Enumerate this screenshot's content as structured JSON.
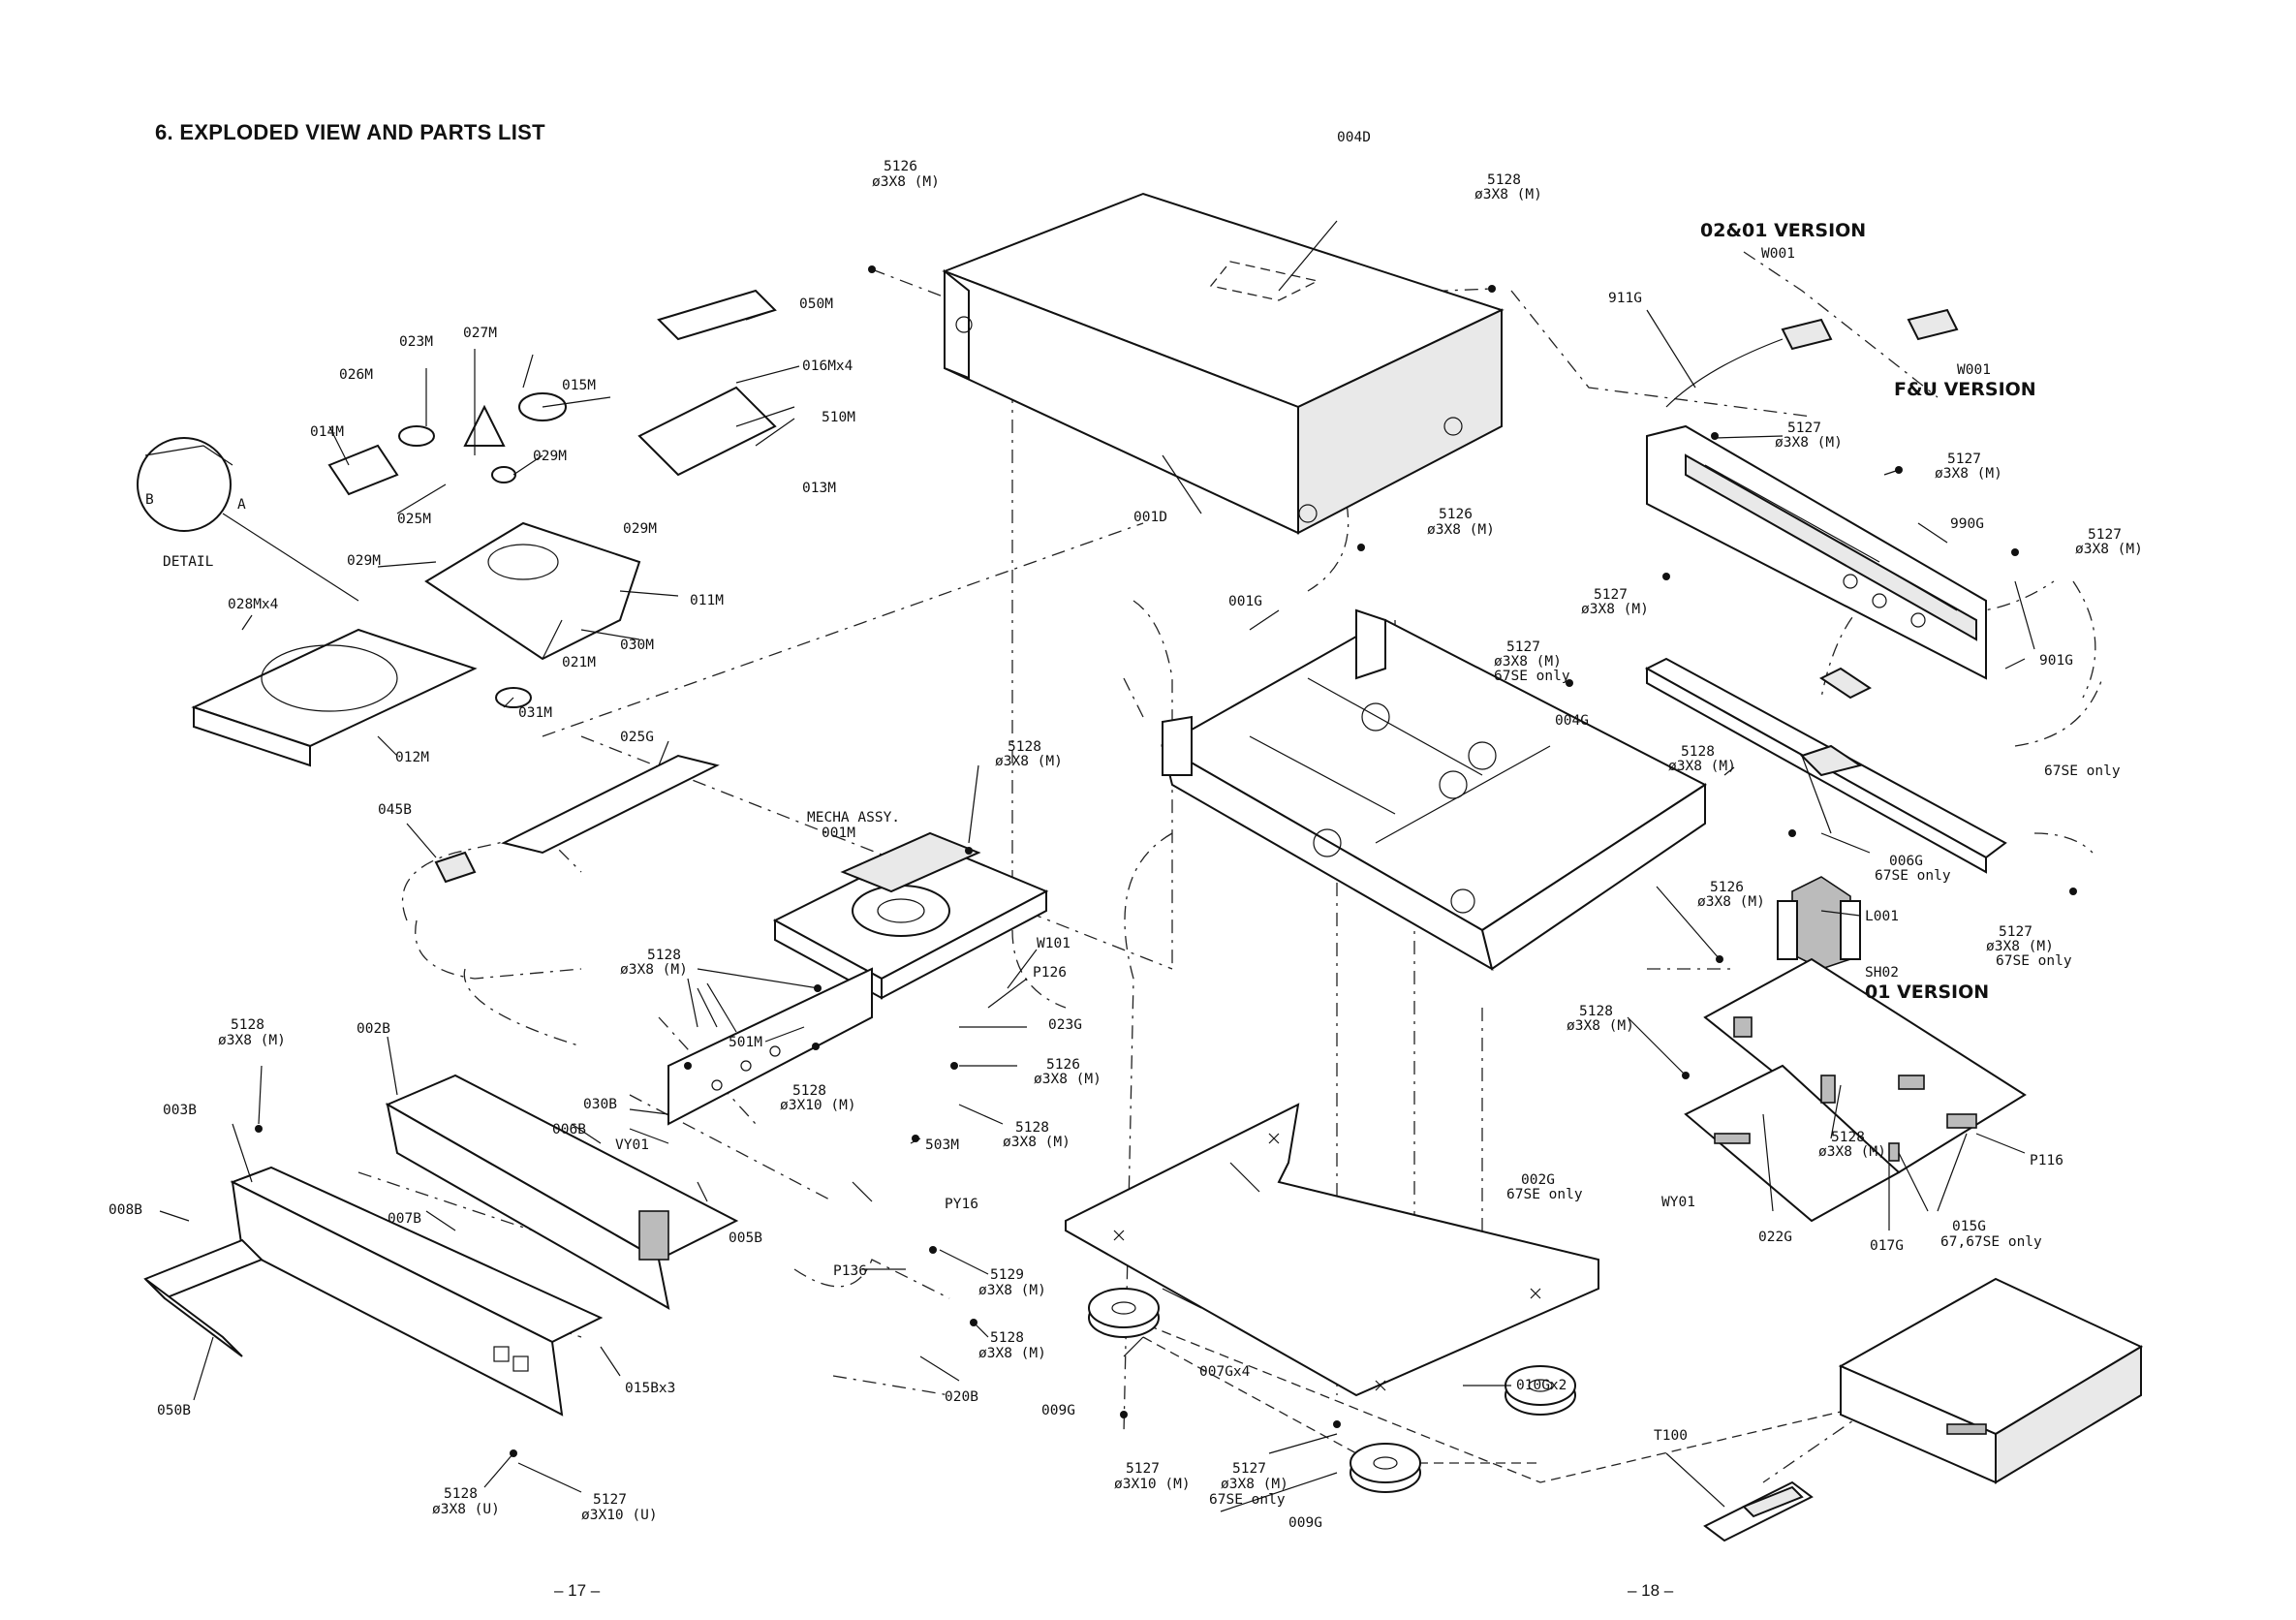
{
  "header": {
    "title": "6. EXPLODED VIEW AND PARTS LIST"
  },
  "pages": {
    "left": "– 17 –",
    "right": "– 18 –"
  },
  "versions": {
    "v1": "02&01 VERSION",
    "v2": "F&U VERSION",
    "v3": "01 VERSION"
  },
  "labels": {
    "p004D": "004D",
    "p001D": "001D",
    "s5126_top": [
      "5126",
      "ø3X8 (M)"
    ],
    "s5128_top": [
      "5128",
      "ø3X8 (M)"
    ],
    "s5126_mid": [
      "5126",
      "ø3X8 (M)"
    ],
    "p050M": "050M",
    "p016M": "016Mx4",
    "p510M": "510M",
    "p013M": "013M",
    "p015M": "015M",
    "p027M": "027M",
    "p023M": "023M",
    "p026M": "026M",
    "p014M": "014M",
    "p029M_a": "029M",
    "p029M_b": "029M",
    "p029M_c": "029M",
    "p025M": "025M",
    "p011M": "011M",
    "p030M": "030M",
    "p021M": "021M",
    "p031M": "031M",
    "p012M": "012M",
    "p028M": "028Mx4",
    "detail": "DETAIL",
    "markB": "B",
    "markA": "A",
    "p025G": "025G",
    "p045B": "045B",
    "mecha": [
      "MECHA ASSY.",
      "001M"
    ],
    "s5128_mecha": [
      "5128",
      "ø3X8 (M)"
    ],
    "p001G": "001G",
    "p911G": "911G",
    "pW001_a": "W001",
    "pW001_b": "W001",
    "s5127_a": [
      "5127",
      "ø3X8 (M)"
    ],
    "s5127_b": [
      "5127",
      "ø3X8 (M)"
    ],
    "p990G": "990G",
    "s5127_c": [
      "5127",
      "ø3X8 (M)"
    ],
    "s5127_d": [
      "5127",
      "ø3X8 (M)"
    ],
    "s5127_e": [
      "5127",
      "ø3X8 (M)",
      "67SE only"
    ],
    "p901G": "901G",
    "p004G": "004G",
    "se_only": "67SE only",
    "s5128_e": [
      "5128",
      "ø3X8 (M)"
    ],
    "p006G": [
      "006G",
      "67SE only"
    ],
    "s5126_e": [
      "5126",
      "ø3X8 (M)"
    ],
    "pL001": "L001",
    "s5127_f": [
      "5127",
      "ø3X8 (M)",
      "67SE only"
    ],
    "pSH02": "SH02",
    "s5128_f": [
      "5128",
      "ø3X8 (M)"
    ],
    "pWY01": "WY01",
    "p022G": "022G",
    "s5128_g": [
      "5128",
      "ø3X8 (M)"
    ],
    "p017G": "017G",
    "p015G": [
      "015G",
      "67,67SE only"
    ],
    "pP116": "P116",
    "s5128_h": [
      "5128",
      "ø3X8 (M)"
    ],
    "s5128_i": [
      "5128",
      "ø3X10 (M)"
    ],
    "pW101": "W101",
    "pP126": "P126",
    "p023G": "023G",
    "p501M": "501M",
    "s5126_i": [
      "5126",
      "ø3X8 (M)"
    ],
    "p503M": "503M",
    "s5128_j": [
      "5128",
      "ø3X8 (M)"
    ],
    "p030B": "030B",
    "p006B": "006B",
    "pVY01": "VY01",
    "p005B": "005B",
    "pPY16": "PY16",
    "pP136": "P136",
    "s5129": [
      "5129",
      "ø3X8 (M)"
    ],
    "s5128_k": [
      "5128",
      "ø3X8 (M)"
    ],
    "p020B": "020B",
    "s5128_l": [
      "5128",
      "ø3X8 (M)"
    ],
    "p002B": "002B",
    "p003B": "003B",
    "p008B": "008B",
    "p007B": "007B",
    "p050B": "050B",
    "p015B": "015Bx3",
    "s5128_m": [
      "5128",
      "ø3X8 (U)"
    ],
    "s5127_m": [
      "5127",
      "ø3X10 (U)"
    ],
    "p002G": [
      "002G",
      "67SE only"
    ],
    "p007G": "007Gx4",
    "p009G_a": "009G",
    "p009G_b": "009G",
    "p010G": "010Gx2",
    "s5127_n": [
      "5127",
      "ø3X10 (M)"
    ],
    "s5127_o": [
      "5127",
      "ø3X8 (M)",
      "67SE only"
    ],
    "pT100": "T100"
  }
}
